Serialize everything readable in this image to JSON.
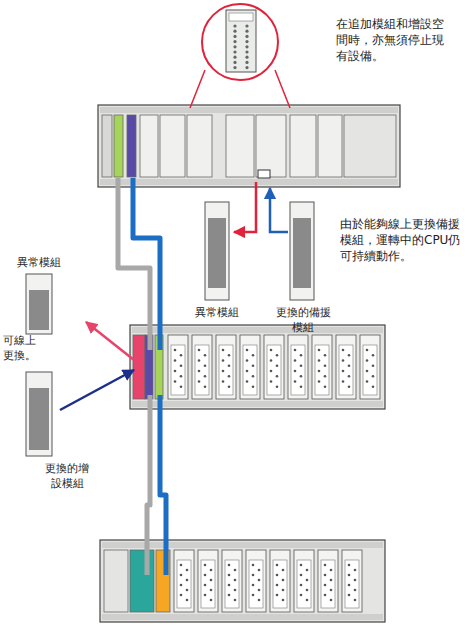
{
  "diagram": {
    "labels": [
      "在追加模組和增設空間時，亦無須停止現有設備。",
      "由於能夠線上更換備援模組，運轉中的CPU仍可持續動作。",
      "異常模組",
      "可線上更換。",
      "異常模組",
      "更換的備援模組",
      "更換的增設模組"
    ]
  }
}
